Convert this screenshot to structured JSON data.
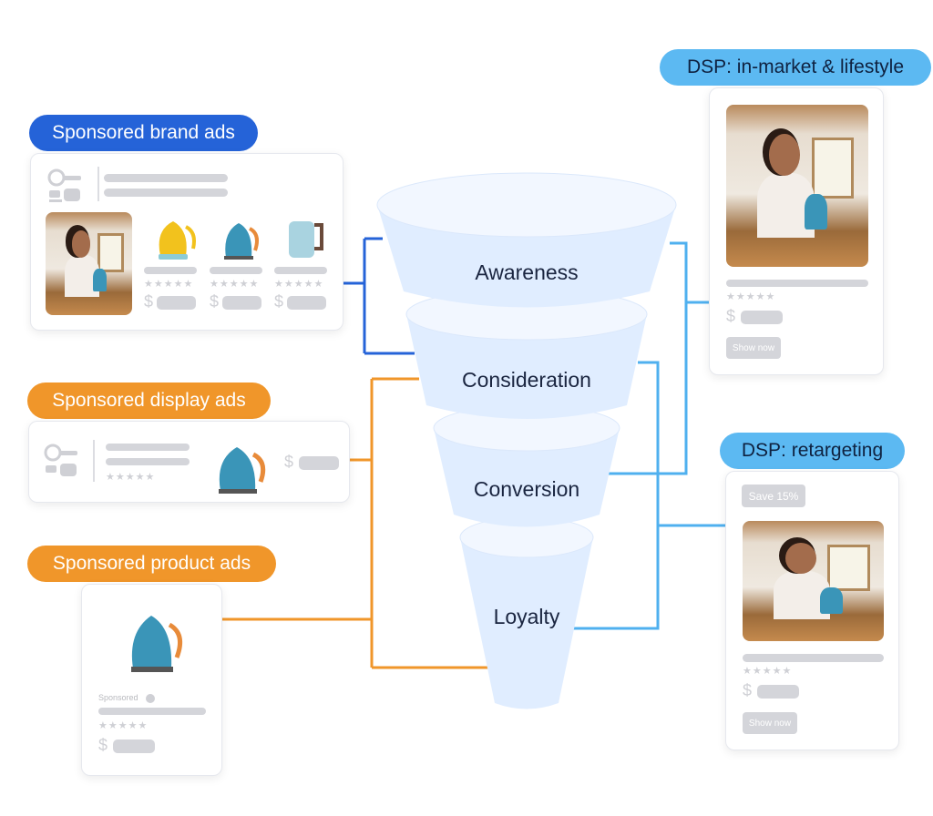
{
  "labels": {
    "brand": "Sponsored brand ads",
    "display": "Sponsored display ads",
    "product": "Sponsored product ads",
    "dsp_inmarket": "DSP: in-market & lifestyle",
    "dsp_retargeting": "DSP: retargeting"
  },
  "funnel": [
    "Awareness",
    "Consideration",
    "Conversion",
    "Loyalty"
  ],
  "cards": {
    "dollar": "$",
    "stars": "★★★★★",
    "sponsored": "Sponsored",
    "show_now": "Show now",
    "save": "Save 15%"
  },
  "colors": {
    "brand_blue": "#2563d8",
    "orange": "#f0962a",
    "light_blue": "#5cb9f2",
    "funnel": "#e4efff"
  }
}
